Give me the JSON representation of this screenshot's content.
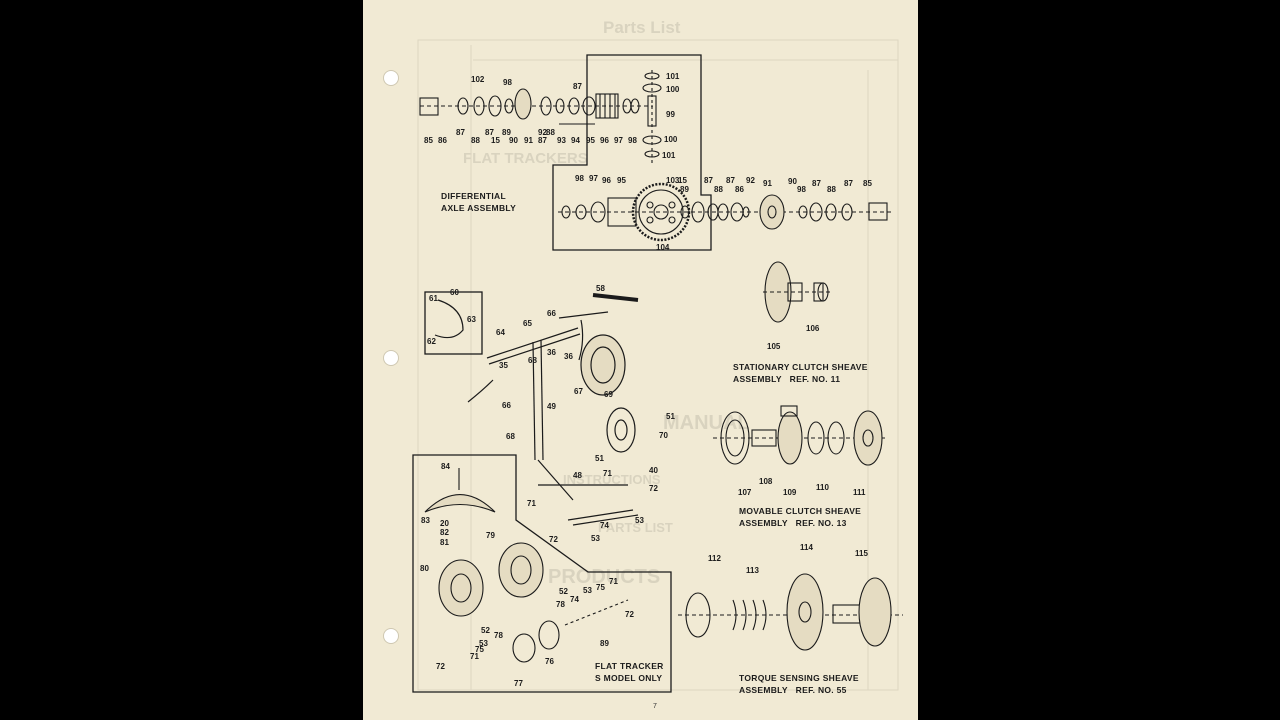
{
  "ghost_text": {
    "header": "Parts List",
    "flat_trackers": "FLAT TRACKERS",
    "manual": "MANUAL",
    "instructions": "INSTRUCTIONS",
    "parts_list": "PARTS LIST",
    "products": "PRODUCTS"
  },
  "captions": {
    "differential": "DIFFERENTIAL\nAXLE ASSEMBLY",
    "stationary": "STATIONARY CLUTCH SHEAVE\nASSEMBLY   REF. NO. 11",
    "movable": "MOVABLE CLUTCH SHEAVE\nASSEMBLY   REF. NO. 13",
    "torque": "TORQUE SENSING SHEAVE\nASSEMBLY   REF. NO. 55",
    "flat_tracker": "FLAT TRACKER\nS MODEL ONLY"
  },
  "page_number": "7",
  "part_labels": [
    "102",
    "98",
    "87",
    "101",
    "100",
    "99",
    "100",
    "101",
    "87",
    "88",
    "87",
    "15",
    "89",
    "90",
    "91",
    "92",
    "88",
    "87",
    "93",
    "94",
    "95",
    "96",
    "97",
    "98",
    "85",
    "86",
    "98",
    "97",
    "96",
    "95",
    "103",
    "89",
    "15",
    "87",
    "88",
    "87",
    "86",
    "92",
    "91",
    "90",
    "98",
    "87",
    "88",
    "87",
    "85",
    "104",
    "105",
    "106",
    "107",
    "108",
    "109",
    "110",
    "111",
    "112",
    "113",
    "114",
    "115",
    "61",
    "60",
    "63",
    "62",
    "58",
    "66",
    "65",
    "64",
    "36",
    "36",
    "35",
    "68",
    "67",
    "69",
    "66",
    "49",
    "51",
    "70",
    "68",
    "51",
    "48",
    "40",
    "72",
    "53",
    "74",
    "71",
    "72",
    "53",
    "71",
    "84",
    "83",
    "20",
    "82",
    "81",
    "79",
    "80",
    "52",
    "74",
    "53",
    "75",
    "71",
    "72",
    "78",
    "89",
    "52",
    "78",
    "75",
    "53",
    "71",
    "76",
    "72",
    "77"
  ],
  "colors": {
    "paper": "#f1ead4",
    "ink": "#1b1b1b",
    "ghost": "#d9d3bf",
    "background": "#000000"
  }
}
